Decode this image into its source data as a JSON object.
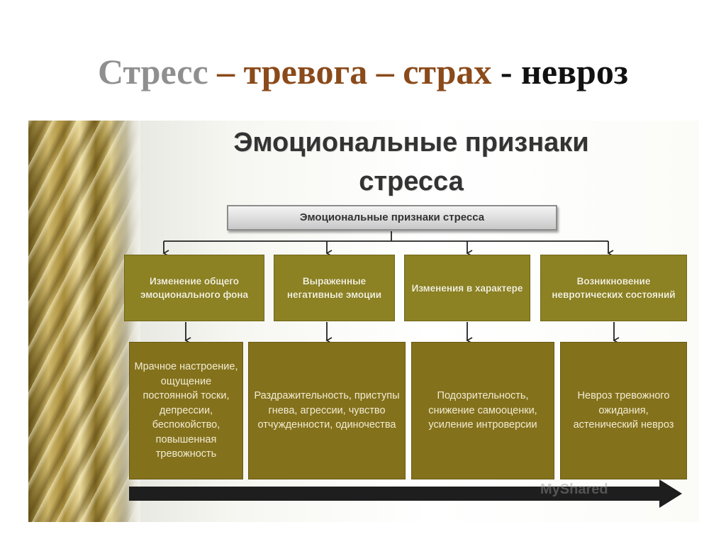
{
  "slide": {
    "title_part1": "Стресс",
    "title_sep1": " – ",
    "title_part2": "тревога",
    "title_sep2": " – ",
    "title_part3": "страх",
    "title_sep3": " - ",
    "title_part4": "невроз"
  },
  "diagram": {
    "heading_line1": "Эмоциональные признаки",
    "heading_line2": "стресса",
    "root_label": "Эмоциональные признаки стресса",
    "categories": [
      {
        "label": "Изменение общего эмоционального фона",
        "details": "Мрачное настроение, ощущение постоянной тоски, депрессии, беспокойство, повышенная тревожность"
      },
      {
        "label": "Выраженные негативные эмоции",
        "details": "Раздражительность, приступы гнева, агрессии, чувство отчужденности, одиночества"
      },
      {
        "label": "Изменения в характере",
        "details": "Подозрительность, снижение самооценки, усиление интроверсии"
      },
      {
        "label": "Возникновение невротических состояний",
        "details": "Невроз тревожного ожидания, астенический невроз"
      }
    ],
    "watermark": "MyShared"
  },
  "colors": {
    "category_fill": "#8d8223",
    "detail_fill": "#84711c",
    "title_gray": "#8f8f8f",
    "title_brown": "#8a4a1a"
  }
}
